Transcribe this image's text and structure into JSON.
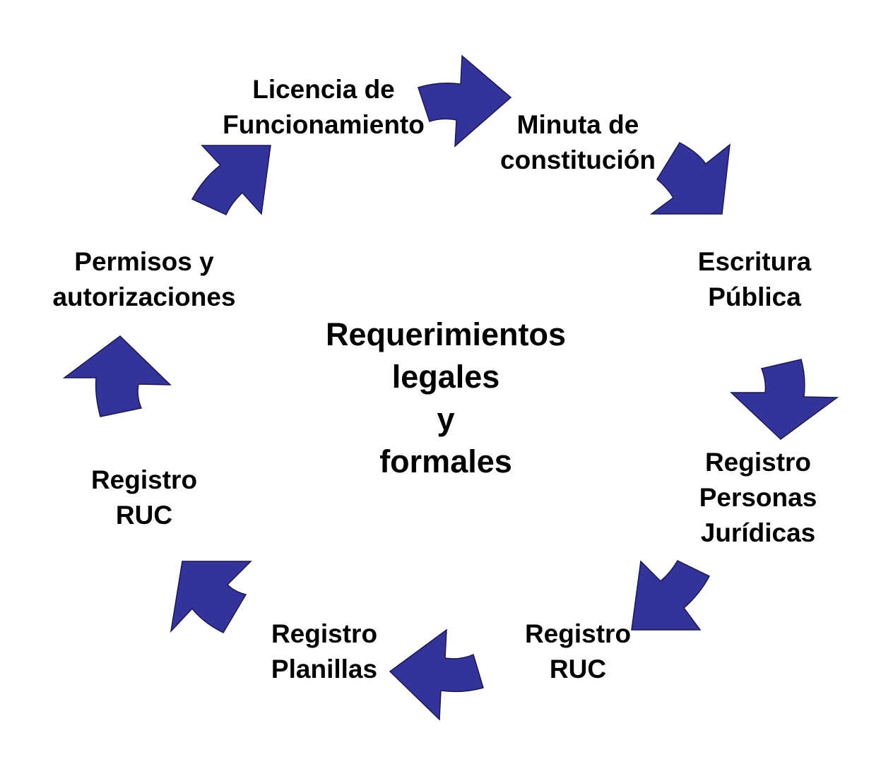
{
  "colors": {
    "arrow_fill": "#333399",
    "arrow_stroke": "#1a1a4d",
    "text": "#000000",
    "background": "#ffffff"
  },
  "center_label": [
    "Requerimientos",
    "legales",
    "y",
    "formales"
  ],
  "nodes": [
    {
      "id": "licencia",
      "lines": [
        "Licencia de",
        "Funcionamiento"
      ]
    },
    {
      "id": "minuta",
      "lines": [
        "Minuta de",
        "constitución"
      ]
    },
    {
      "id": "escritura",
      "lines": [
        "Escritura",
        "Pública"
      ]
    },
    {
      "id": "registro-personas",
      "lines": [
        "Registro",
        "Personas",
        "Jurídicas"
      ]
    },
    {
      "id": "registro-ruc-right",
      "lines": [
        "Registro",
        "RUC"
      ]
    },
    {
      "id": "registro-planillas",
      "lines": [
        "Registro",
        "Planillas"
      ]
    },
    {
      "id": "registro-ruc-left",
      "lines": [
        "Registro",
        "RUC"
      ]
    },
    {
      "id": "permisos",
      "lines": [
        "Permisos y",
        "autorizaciones"
      ]
    }
  ],
  "arrows": [
    {
      "from": "licencia",
      "to": "minuta",
      "icon": "curved-arrow-icon"
    },
    {
      "from": "minuta",
      "to": "escritura",
      "icon": "curved-arrow-icon"
    },
    {
      "from": "escritura",
      "to": "registro-personas",
      "icon": "curved-arrow-icon"
    },
    {
      "from": "registro-personas",
      "to": "registro-ruc-right",
      "icon": "curved-arrow-icon"
    },
    {
      "from": "registro-ruc-right",
      "to": "registro-planillas",
      "icon": "curved-arrow-icon"
    },
    {
      "from": "registro-planillas",
      "to": "registro-ruc-left",
      "icon": "curved-arrow-icon"
    },
    {
      "from": "registro-ruc-left",
      "to": "permisos",
      "icon": "curved-arrow-icon"
    },
    {
      "from": "permisos",
      "to": "licencia",
      "icon": "curved-arrow-icon"
    }
  ]
}
